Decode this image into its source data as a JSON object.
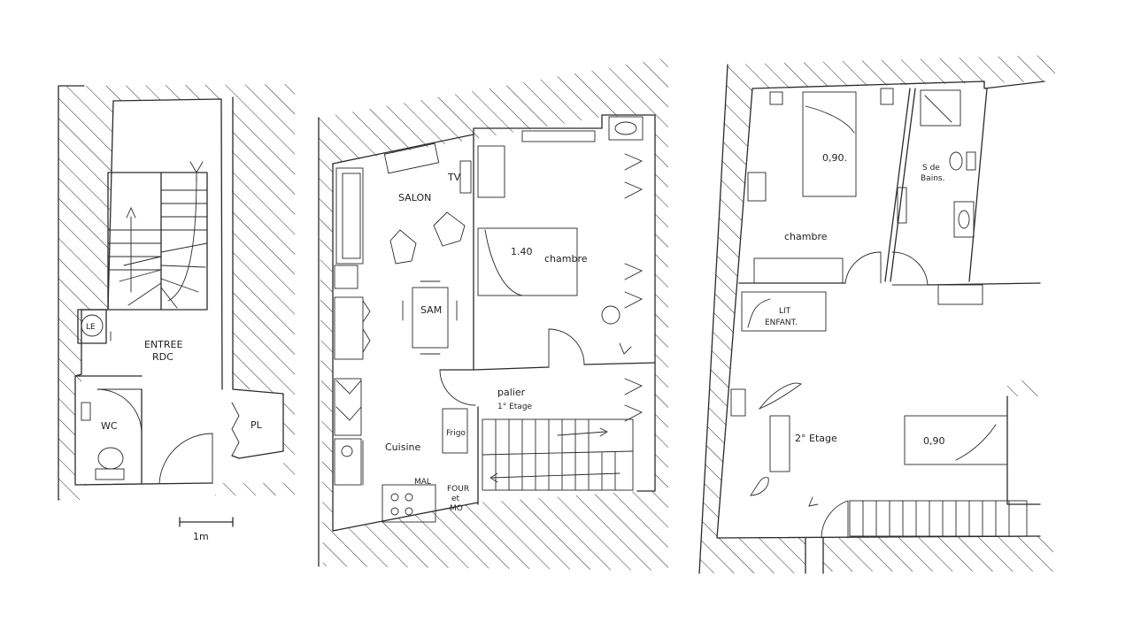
{
  "ground_floor": {
    "entree": "ENTREE",
    "rdc": "RDC",
    "wc": "WC",
    "pl": "PL",
    "meter_label": "LE"
  },
  "first_floor": {
    "salon": "SALON",
    "tv": "TV",
    "sam": "SAM",
    "bed_size": "1.40",
    "chambre": "chambre",
    "palier": "palier",
    "etage": "1° Etage",
    "frigo": "Frigo",
    "cuisine": "Cuisine",
    "mal": "MAL",
    "four_line1": "FOUR",
    "four_line2": "et",
    "four_line3": "MO"
  },
  "second_floor": {
    "bed1_size": "0,90.",
    "sdb_line1": "S de",
    "sdb_line2": "Bains.",
    "chambre": "chambre",
    "lit_line1": "LIT",
    "lit_line2": "ENFANT.",
    "etage": "2° Etage",
    "bed2_size": "0,90"
  },
  "scale_label": "1m"
}
